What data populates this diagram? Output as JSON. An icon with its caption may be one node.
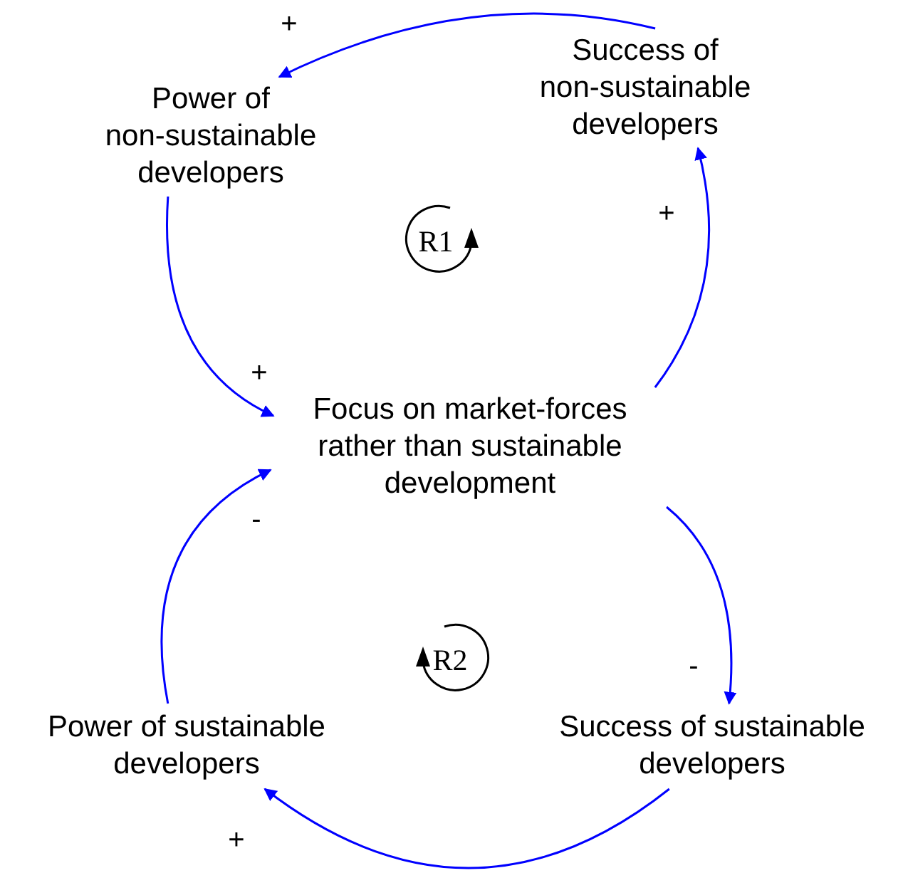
{
  "diagram": {
    "nodes": [
      {
        "text": [
          "Power of non-sustainable developers"
        ]
      },
      {
        "text": [
          "Success of non-sustainable developers"
        ]
      },
      {
        "text": [
          "Focus on market-forces rather than sustainable development"
        ]
      },
      {
        "text": [
          "Power of sustainable developers"
        ]
      },
      {
        "text": [
          "Success of sustainable developers"
        ]
      },
      {
        "text": [
          "R1"
        ]
      },
      {
        "text": [
          "R2"
        ]
      }
    ],
    "edges": [
      {
        "from": 1,
        "to": 0,
        "arrow": "to",
        "label": "+"
      },
      {
        "from": 0,
        "to": 2,
        "arrow": "to",
        "label": "+"
      },
      {
        "from": 2,
        "to": 1,
        "arrow": "to",
        "label": "+"
      },
      {
        "from": 2,
        "to": 4,
        "arrow": "to",
        "label": "-"
      },
      {
        "from": 4,
        "to": 3,
        "arrow": "to",
        "label": "+"
      },
      {
        "from": 3,
        "to": 2,
        "arrow": "to",
        "label": "-"
      }
    ]
  }
}
